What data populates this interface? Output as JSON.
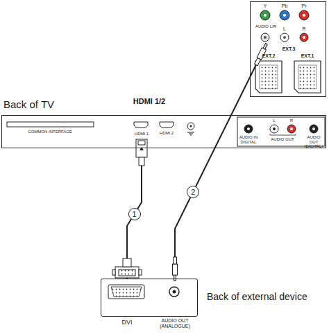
{
  "diagram": {
    "nodes": [
      {
        "text": [
          "EXT.3"
        ]
      },
      {
        "text": [
          "AUDIO L/R"
        ],
        "in": 0
      },
      {
        "text": [
          "Back of TV"
        ]
      },
      {
        "text": [
          "HDMI 1"
        ],
        "in": 2
      },
      {
        "text": [
          "Back of external device"
        ]
      },
      {
        "text": [
          "DVI"
        ],
        "in": 4
      },
      {
        "text": [
          "AUDIO OUT (ANALOGUE)"
        ],
        "in": 4
      }
    ],
    "edges": [
      {
        "from": 3,
        "to": 5,
        "arrow": "none",
        "label": "1"
      },
      {
        "from": 1,
        "to": 6,
        "arrow": "none",
        "label": "2"
      }
    ],
    "labels": [
      "HDMI 1/2",
      "Y",
      "Pb",
      "Pr",
      "L",
      "R",
      "EXT.2",
      "EXT.1",
      "COMMON INTERFACE",
      "HDMI 2",
      "L",
      "R",
      "AUDIO IN DIGITAL",
      "AUDIO OUT",
      "AUDIO OUT (DIGITAL)"
    ]
  }
}
